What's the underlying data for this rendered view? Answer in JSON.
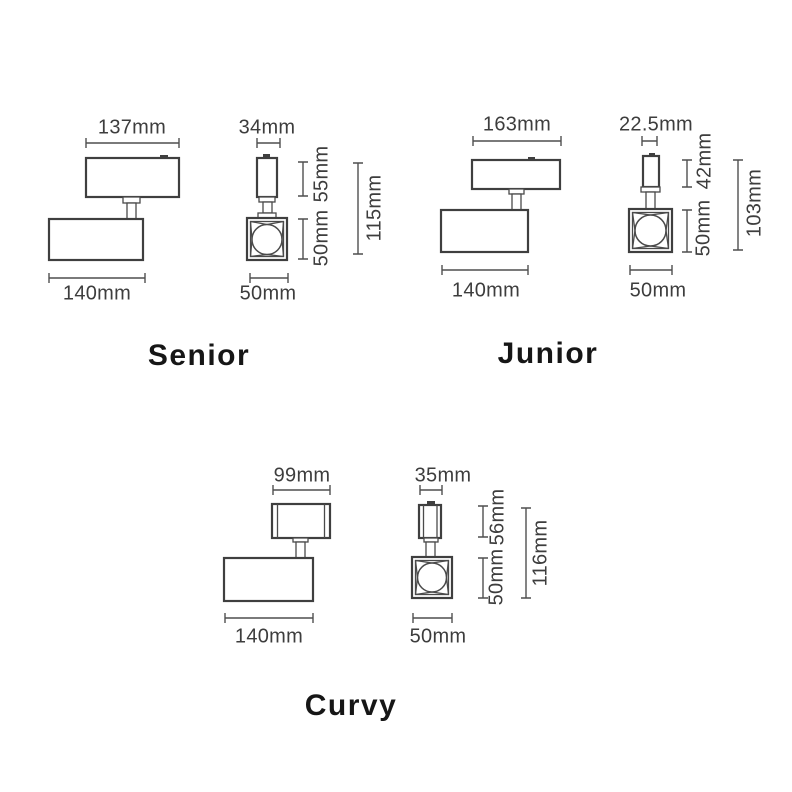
{
  "page": {
    "background_color": "#ffffff",
    "line_color": "#4a4a4a",
    "dim_text_color": "#3d3d3d",
    "title_color": "#161616"
  },
  "models": [
    {
      "name": "Senior",
      "side_view": {
        "top_width": "137mm",
        "body_width": "140mm"
      },
      "front_view": {
        "adapter_width": "34mm",
        "head_width": "50mm",
        "adapter_height": "55mm",
        "head_height": "50mm",
        "total_height": "115mm"
      }
    },
    {
      "name": "Junior",
      "side_view": {
        "top_width": "163mm",
        "body_width": "140mm"
      },
      "front_view": {
        "adapter_width": "22.5mm",
        "head_width": "50mm",
        "adapter_height": "42mm",
        "head_height": "50mm",
        "total_height": "103mm"
      }
    },
    {
      "name": "Curvy",
      "side_view": {
        "top_width": "99mm",
        "body_width": "140mm"
      },
      "front_view": {
        "adapter_width": "35mm",
        "head_width": "50mm",
        "adapter_height": "56mm",
        "head_height": "50mm",
        "total_height": "116mm"
      }
    }
  ]
}
